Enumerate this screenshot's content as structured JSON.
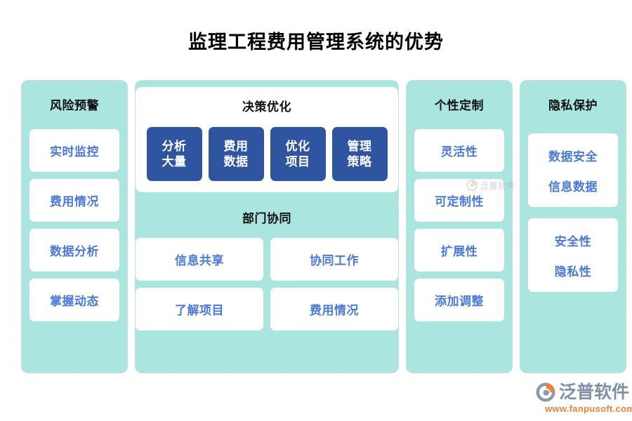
{
  "title": "监理工程费用管理系统的优势",
  "colors": {
    "panel_bg": "#ABE5E0",
    "blue_box": "#2F54A0",
    "chip_text": "#4A79D8",
    "logo_gray": "#7F8FA6",
    "logo_orange": "#E8833A"
  },
  "columns": [
    {
      "title": "风险预警",
      "chips": [
        "实时监控",
        "费用情况",
        "数据分析",
        "掌握动态"
      ]
    },
    {
      "title": "个性定制",
      "chips": [
        "灵活性",
        "可定制性",
        "扩展性",
        "添加调整"
      ]
    },
    {
      "title": "隐私保护",
      "chips": [
        {
          "line1": "数据安全",
          "line2": "信息数据"
        },
        {
          "line1": "安全性",
          "line2": "隐私性"
        }
      ]
    }
  ],
  "center": {
    "card_title": "决策优化",
    "blue_boxes": [
      {
        "line1": "分析",
        "line2": "大量"
      },
      {
        "line1": "费用",
        "line2": "数据"
      },
      {
        "line1": "优化",
        "line2": "项目"
      },
      {
        "line1": "管理",
        "line2": "策略"
      }
    ],
    "sub_title": "部门协同",
    "pairs": [
      "信息共享",
      "协同工作",
      "了解项目",
      "费用情况"
    ]
  },
  "watermark": {
    "text": "泛普软件"
  },
  "logo": {
    "name": "泛普软件",
    "url": "www.fanpusoft.com"
  }
}
